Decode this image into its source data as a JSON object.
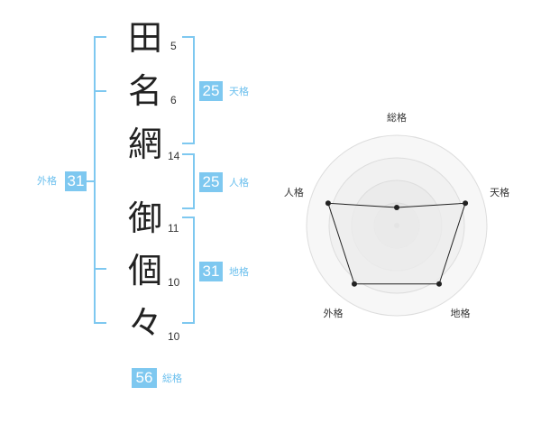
{
  "characters": [
    {
      "char": "田",
      "strokes": "5"
    },
    {
      "char": "名",
      "strokes": "6"
    },
    {
      "char": "網",
      "strokes": "14"
    },
    {
      "char": "御",
      "strokes": "11"
    },
    {
      "char": "個",
      "strokes": "10"
    },
    {
      "char": "々",
      "strokes": "10"
    }
  ],
  "kaku": {
    "tenkaku": {
      "value": "25",
      "label": "天格"
    },
    "jinkaku": {
      "value": "25",
      "label": "人格"
    },
    "chikaku": {
      "value": "31",
      "label": "地格"
    },
    "gaikaku": {
      "value": "31",
      "label": "外格"
    },
    "soukaku": {
      "value": "56",
      "label": "総格"
    }
  },
  "chart_data": {
    "type": "radar",
    "axes": [
      "総格",
      "天格",
      "地格",
      "外格",
      "人格"
    ],
    "values": [
      0.2,
      0.8,
      0.8,
      0.8,
      0.8
    ],
    "range": [
      0,
      1
    ],
    "rings": 4,
    "fill_color": "#f0f0f0",
    "line_color": "#222222"
  },
  "colors": {
    "accent": "#7ec8f0",
    "text": "#222222"
  }
}
